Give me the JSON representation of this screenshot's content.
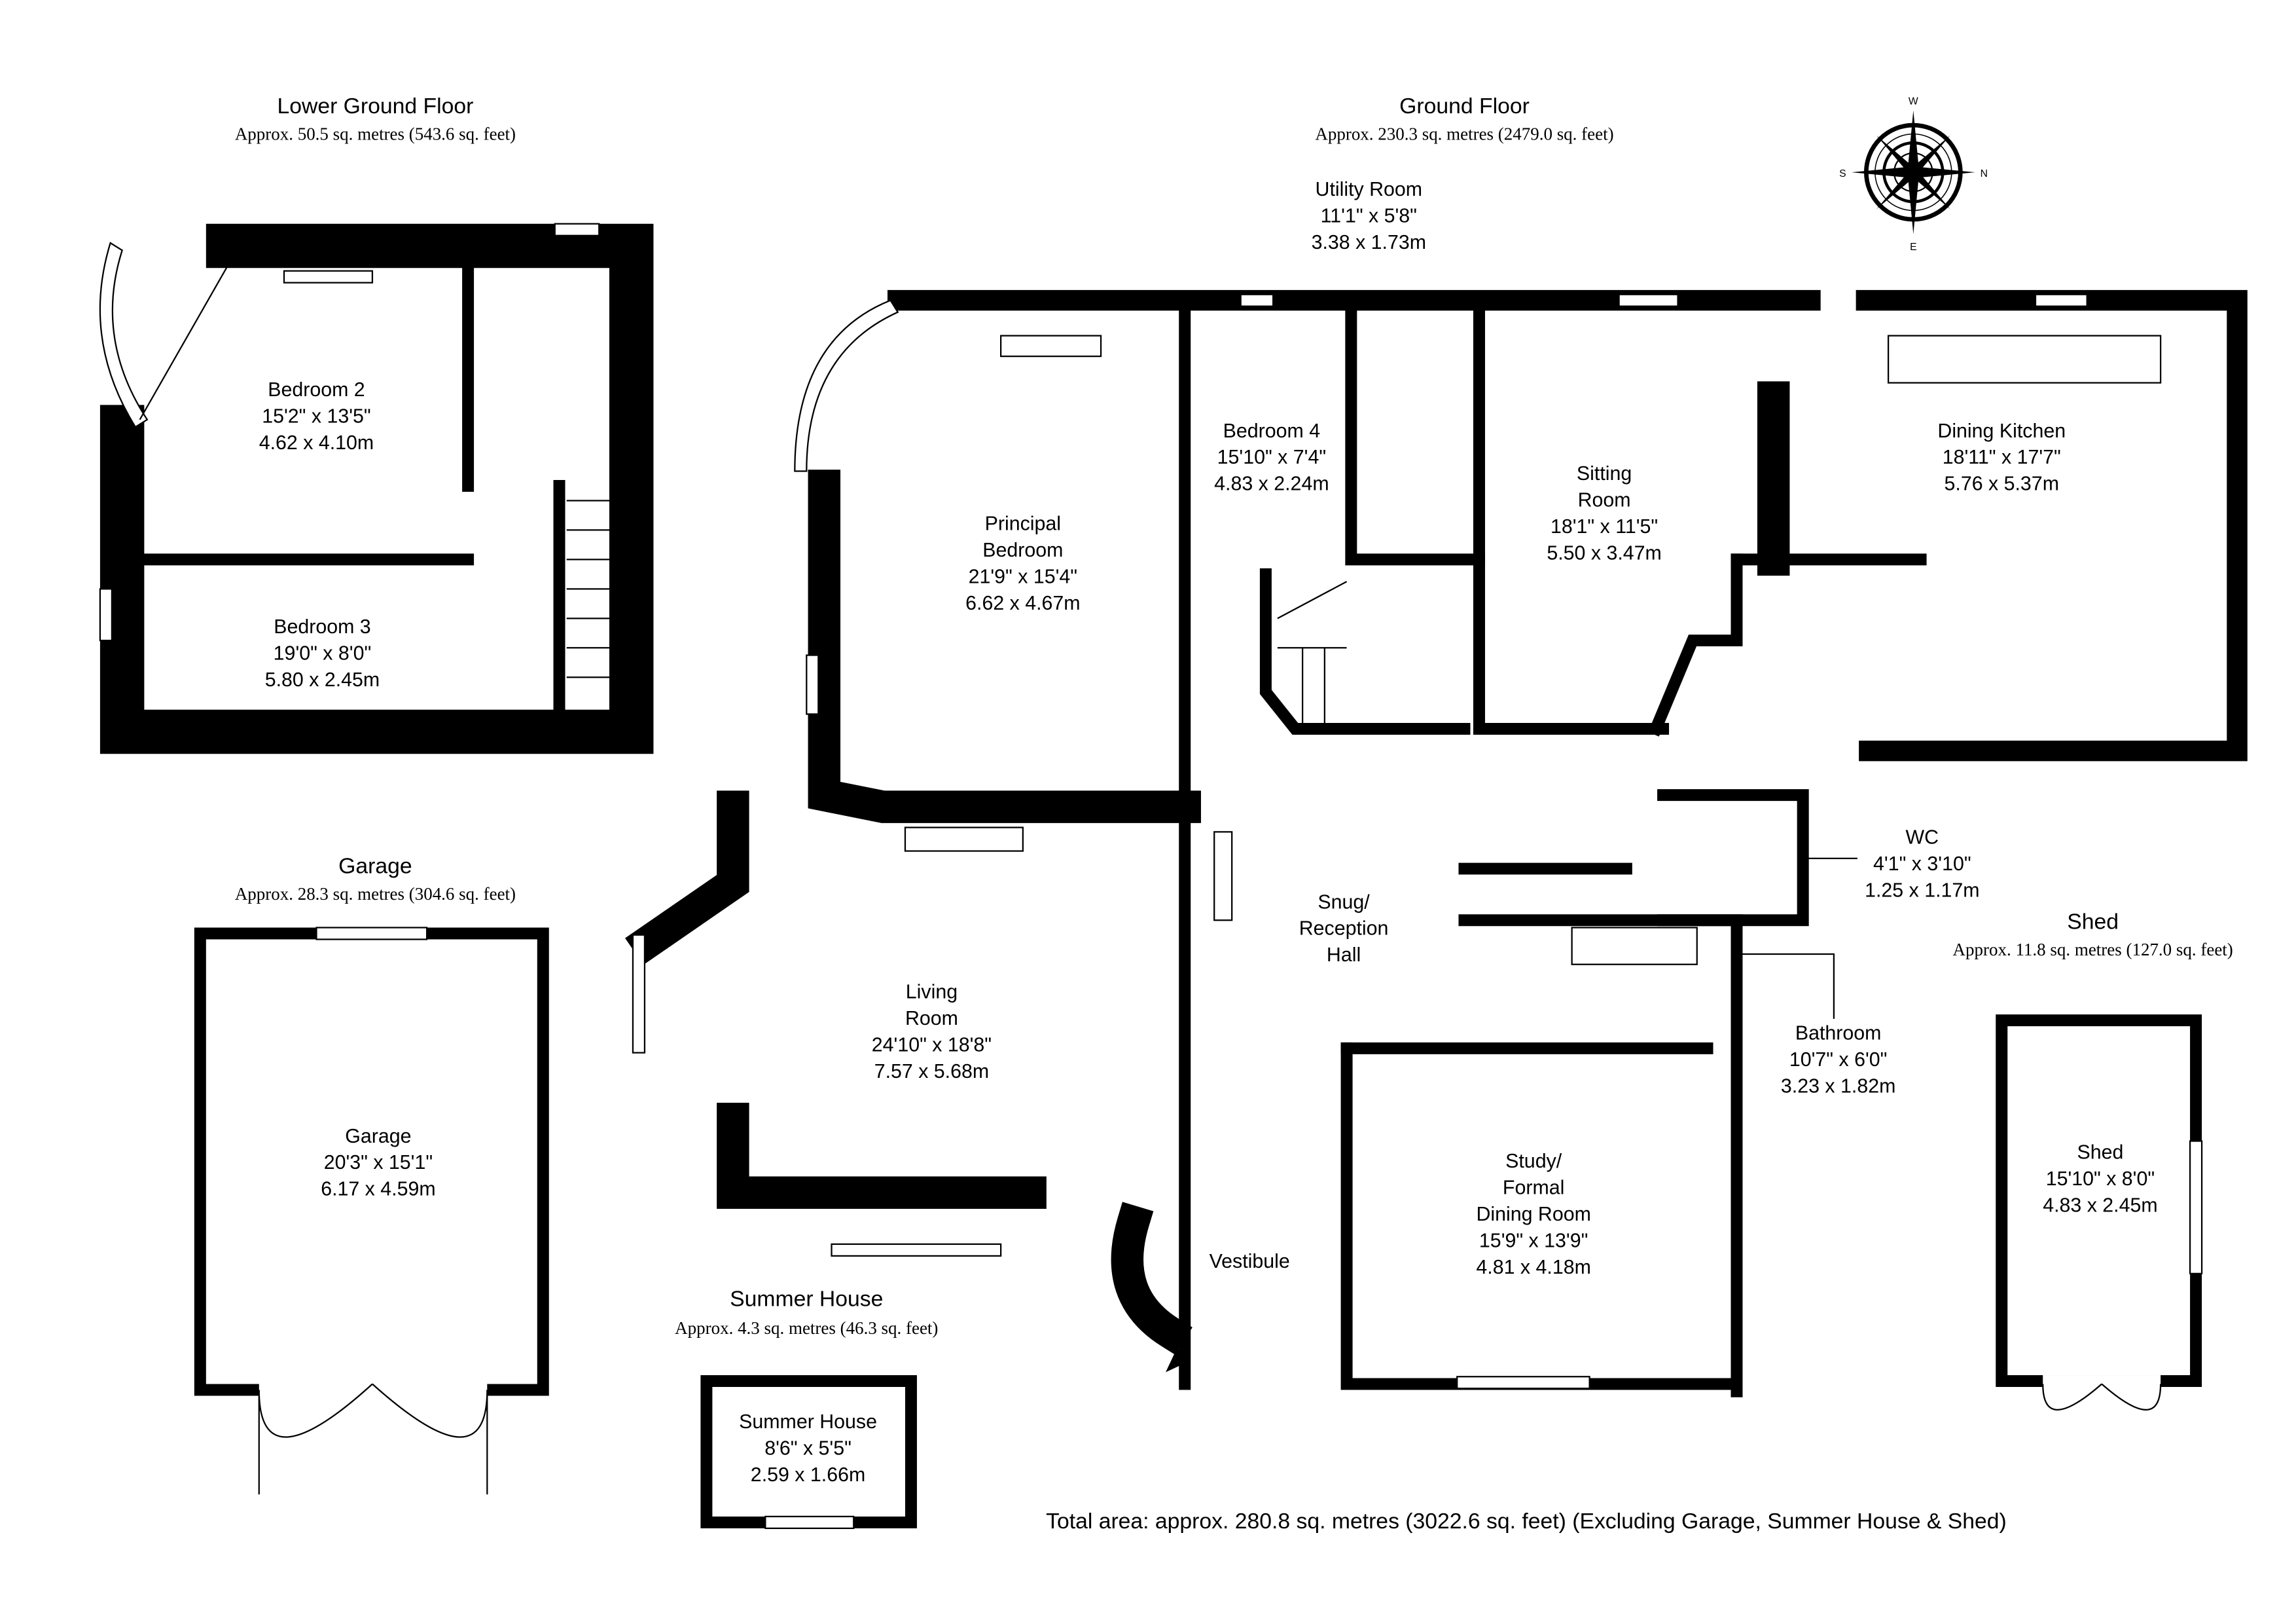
{
  "floors": {
    "lower_ground": {
      "title": "Lower Ground Floor",
      "area": "Approx. 50.5 sq. metres (543.6 sq. feet)"
    },
    "ground": {
      "title": "Ground Floor",
      "area": "Approx. 230.3 sq. metres (2479.0 sq. feet)"
    },
    "garage": {
      "title": "Garage",
      "area": "Approx. 28.3 sq. metres (304.6 sq. feet)"
    },
    "summer_house": {
      "title": "Summer House",
      "area": "Approx. 4.3 sq. metres (46.3 sq. feet)"
    },
    "shed": {
      "title": "Shed",
      "area": "Approx. 11.8 sq. metres (127.0 sq. feet)"
    }
  },
  "rooms": {
    "bedroom2": [
      "Bedroom 2",
      "15'2\" x 13'5\"",
      "4.62 x 4.10m"
    ],
    "bedroom3": [
      "Bedroom 3",
      "19'0\" x 8'0\"",
      "5.80 x 2.45m"
    ],
    "utility": [
      "Utility Room",
      "11'1\" x 5'8\"",
      "3.38 x 1.73m"
    ],
    "principal": [
      "Principal",
      "Bedroom",
      "21'9\" x 15'4\"",
      "6.62 x 4.67m"
    ],
    "bedroom4": [
      "Bedroom 4",
      "15'10\" x 7'4\"",
      "4.83 x 2.24m"
    ],
    "sitting": [
      "Sitting",
      "Room",
      "18'1\" x 11'5\"",
      "5.50 x 3.47m"
    ],
    "kitchen": [
      "Dining Kitchen",
      "18'11\" x 17'7\"",
      "5.76 x 5.37m"
    ],
    "wc": [
      "WC",
      "4'1\" x 3'10\"",
      "1.25 x 1.17m"
    ],
    "snug": [
      "Snug/",
      "Reception",
      "Hall"
    ],
    "living": [
      "Living",
      "Room",
      "24'10\" x 18'8\"",
      "7.57 x 5.68m"
    ],
    "bathroom": [
      "Bathroom",
      "10'7\" x 6'0\"",
      "3.23 x 1.82m"
    ],
    "study": [
      "Study/",
      "Formal",
      "Dining Room",
      "15'9\" x 13'9\"",
      "4.81 x 4.18m"
    ],
    "vestibule": [
      "Vestibule"
    ],
    "garage": [
      "Garage",
      "20'3\" x 15'1\"",
      "6.17 x 4.59m"
    ],
    "summer_house": [
      "Summer House",
      "8'6\" x 5'5\"",
      "2.59 x 1.66m"
    ],
    "shed": [
      "Shed",
      "15'10\" x 8'0\"",
      "4.83 x 2.45m"
    ]
  },
  "compass": {
    "n": "N",
    "s": "S",
    "e": "E",
    "w": "W"
  },
  "total_area": "Total area: approx. 280.8 sq. metres (3022.6 sq. feet) (Excluding Garage, Summer House & Shed)"
}
